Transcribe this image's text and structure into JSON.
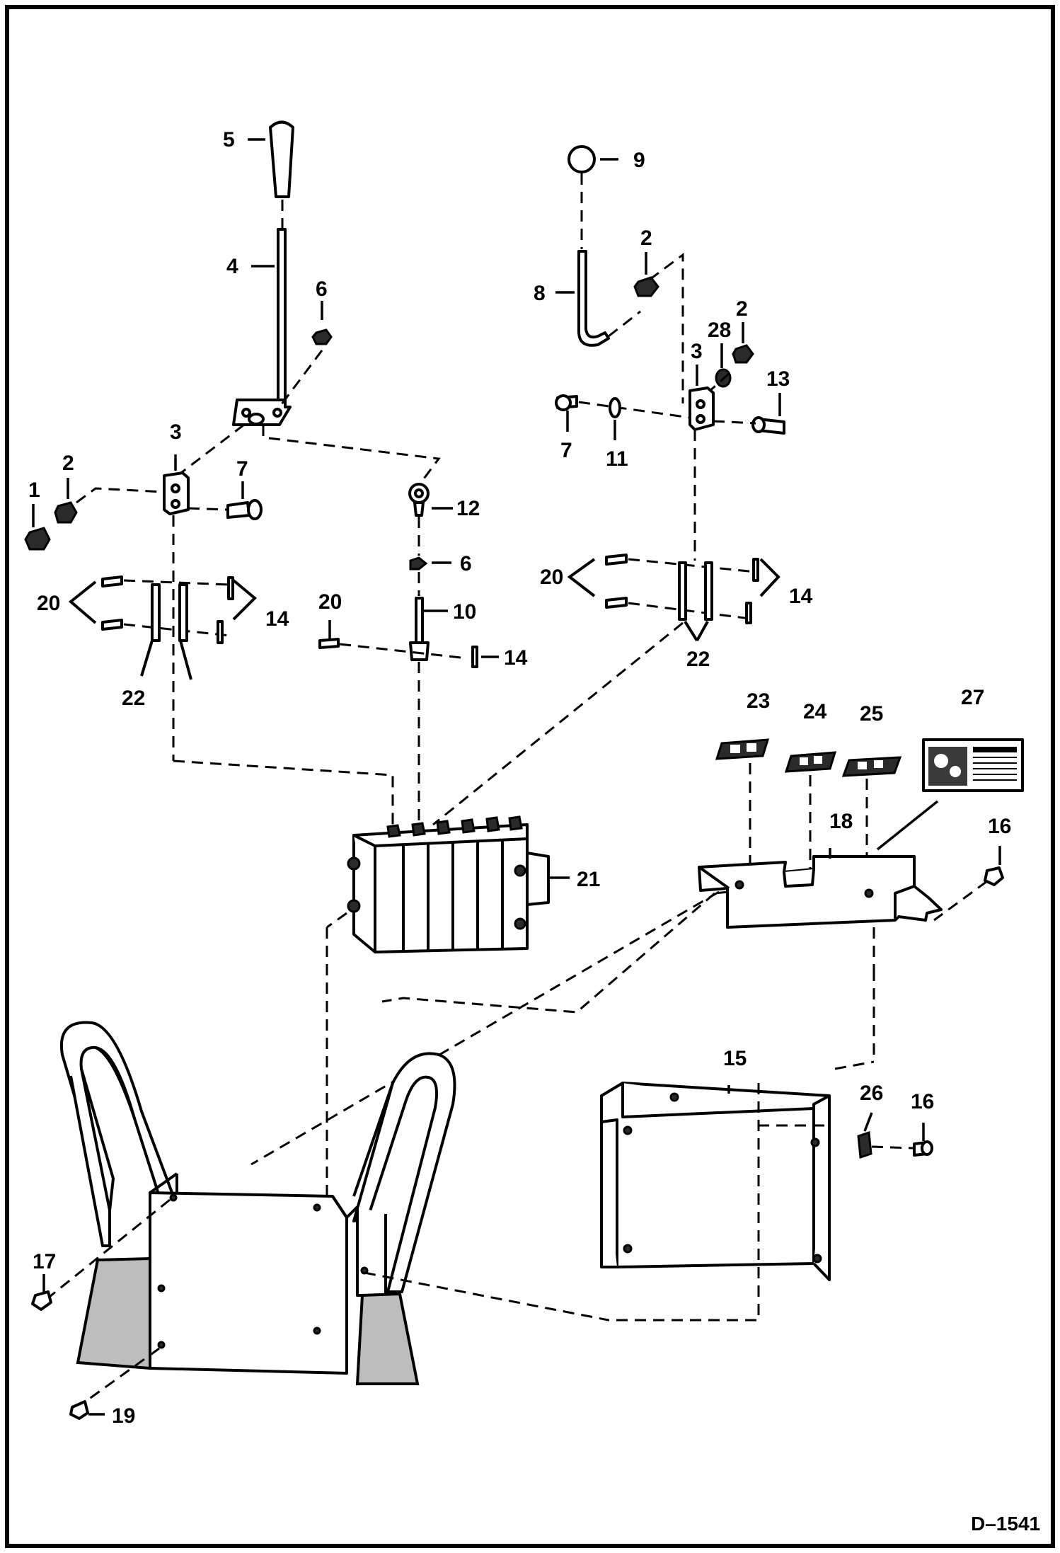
{
  "drawing_number": "D–1541",
  "callouts": [
    {
      "id": "c5",
      "text": "5"
    },
    {
      "id": "c4",
      "text": "4"
    },
    {
      "id": "c6a",
      "text": "6"
    },
    {
      "id": "c3a",
      "text": "3"
    },
    {
      "id": "c2a",
      "text": "2"
    },
    {
      "id": "c1",
      "text": "1"
    },
    {
      "id": "c7a",
      "text": "7"
    },
    {
      "id": "c12",
      "text": "12"
    },
    {
      "id": "c6b",
      "text": "6"
    },
    {
      "id": "c10",
      "text": "10"
    },
    {
      "id": "c20a",
      "text": "20"
    },
    {
      "id": "c14a",
      "text": "14"
    },
    {
      "id": "c22a",
      "text": "22"
    },
    {
      "id": "c20b",
      "text": "20"
    },
    {
      "id": "c14b",
      "text": "14"
    },
    {
      "id": "c9",
      "text": "9"
    },
    {
      "id": "c2b",
      "text": "2"
    },
    {
      "id": "c8",
      "text": "8"
    },
    {
      "id": "c2c",
      "text": "2"
    },
    {
      "id": "c28",
      "text": "28"
    },
    {
      "id": "c3b",
      "text": "3"
    },
    {
      "id": "c13",
      "text": "13"
    },
    {
      "id": "c7b",
      "text": "7"
    },
    {
      "id": "c11",
      "text": "11"
    },
    {
      "id": "c20c",
      "text": "20"
    },
    {
      "id": "c14c",
      "text": "14"
    },
    {
      "id": "c22b",
      "text": "22"
    },
    {
      "id": "c23",
      "text": "23"
    },
    {
      "id": "c24",
      "text": "24"
    },
    {
      "id": "c25",
      "text": "25"
    },
    {
      "id": "c27",
      "text": "27"
    },
    {
      "id": "c18",
      "text": "18"
    },
    {
      "id": "c16a",
      "text": "16"
    },
    {
      "id": "c21",
      "text": "21"
    },
    {
      "id": "c15",
      "text": "15"
    },
    {
      "id": "c26",
      "text": "26"
    },
    {
      "id": "c16b",
      "text": "16"
    },
    {
      "id": "c17",
      "text": "17"
    },
    {
      "id": "c19",
      "text": "19"
    }
  ]
}
